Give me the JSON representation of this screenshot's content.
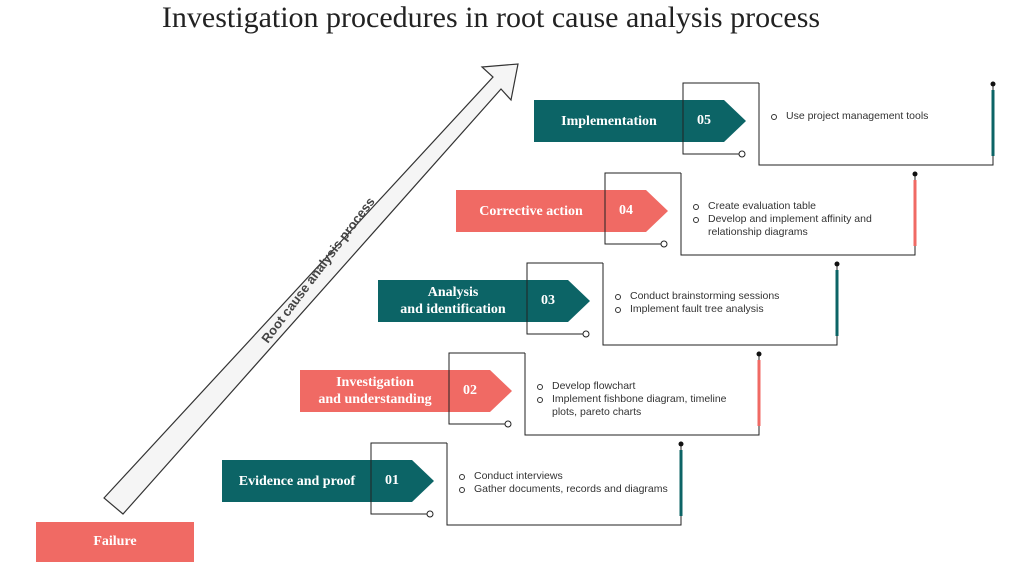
{
  "title": "Investigation procedures in root cause analysis process",
  "arrow_label": "Root cause analysis process",
  "failure_label": "Failure",
  "colors": {
    "teal": "#0c6466",
    "coral": "#f06a64",
    "outline": "#222222",
    "arrow_fill": "#f5f5f5"
  },
  "steps": [
    {
      "number": "01",
      "label": "Evidence and proof",
      "color": "teal",
      "bullets": [
        "Conduct interviews",
        "Gather documents, records and diagrams"
      ]
    },
    {
      "number": "02",
      "label": "Investigation\nand understanding",
      "color": "coral",
      "bullets": [
        "Develop flowchart",
        "Implement fishbone diagram, timeline plots, pareto charts"
      ]
    },
    {
      "number": "03",
      "label": "Analysis\nand identification",
      "color": "teal",
      "bullets": [
        "Conduct brainstorming sessions",
        "Implement fault tree analysis"
      ]
    },
    {
      "number": "04",
      "label": "Corrective action",
      "color": "coral",
      "bullets": [
        "Create evaluation table",
        "Develop and implement affinity and relationship diagrams"
      ]
    },
    {
      "number": "05",
      "label": "Implementation",
      "color": "teal",
      "bullets": [
        "Use project management tools"
      ]
    }
  ]
}
